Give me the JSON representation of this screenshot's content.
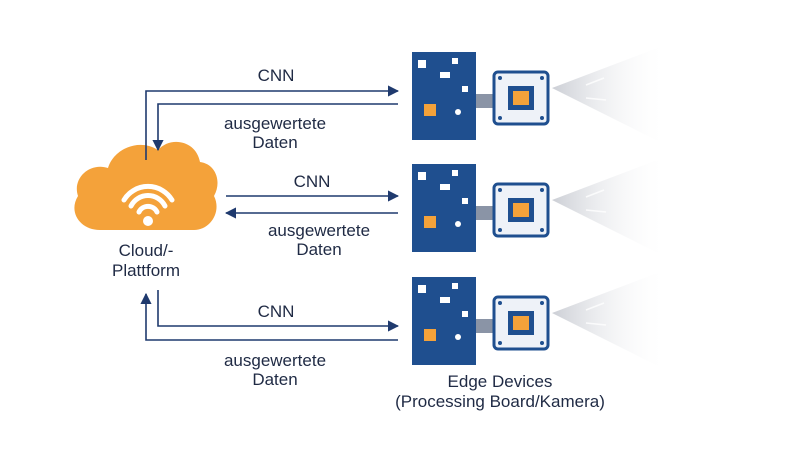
{
  "cloud": {
    "label_line1": "Cloud/-",
    "label_line2": "Plattform",
    "color": "#f4a23a",
    "icon": "wifi-cloud-icon"
  },
  "rows": [
    {
      "up_label": "CNN",
      "down_label_1": "ausgewertete",
      "down_label_2": "Daten"
    },
    {
      "up_label": "CNN",
      "down_label_1": "ausgewertete",
      "down_label_2": "Daten"
    },
    {
      "up_label": "CNN",
      "down_label_1": "ausgewertete",
      "down_label_2": "Daten"
    }
  ],
  "devices": {
    "caption_line1": "Edge Devices",
    "caption_line2": "(Processing Board/Kamera)"
  },
  "colors": {
    "arrow": "#1f3a6e",
    "board": "#1f4f8f",
    "camera_body": "#eef2f8",
    "lens": "#f4a23a",
    "text": "#1f2a44"
  }
}
